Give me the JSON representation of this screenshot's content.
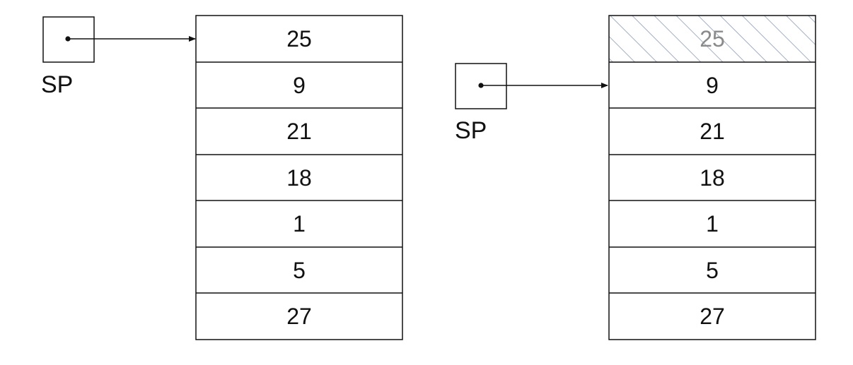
{
  "left_panel": {
    "pointer_label": "SP",
    "stack_values": [
      "25",
      "9",
      "21",
      "18",
      "1",
      "5",
      "27"
    ],
    "pointer_target_index": 0
  },
  "right_panel": {
    "pointer_label": "SP",
    "stack_values": [
      "25",
      "9",
      "21",
      "18",
      "1",
      "5",
      "27"
    ],
    "popped_indices": [
      0
    ],
    "pointer_target_index": 1
  },
  "colors": {
    "line": "#111111",
    "hatch": "#8a9bb8",
    "popped_text": "#8a8a8a",
    "background": "#ffffff"
  }
}
